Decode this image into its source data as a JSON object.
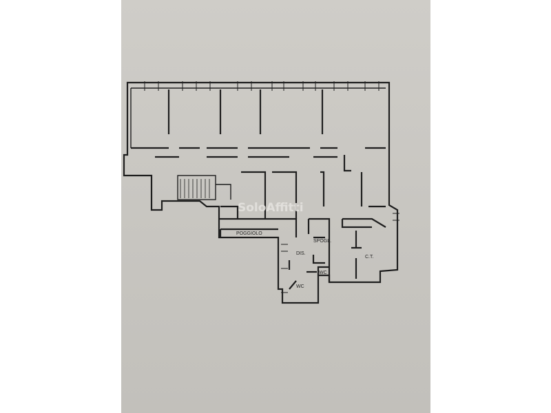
{
  "plan": {
    "labels": {
      "balcony": "POGGIOLO",
      "changing_room": "SPOGL.",
      "hallway": "DIS.",
      "wc_1": "WC",
      "wc_2": "WC",
      "boiler_room": "C.T."
    },
    "watermark": "SoloAffitti"
  }
}
